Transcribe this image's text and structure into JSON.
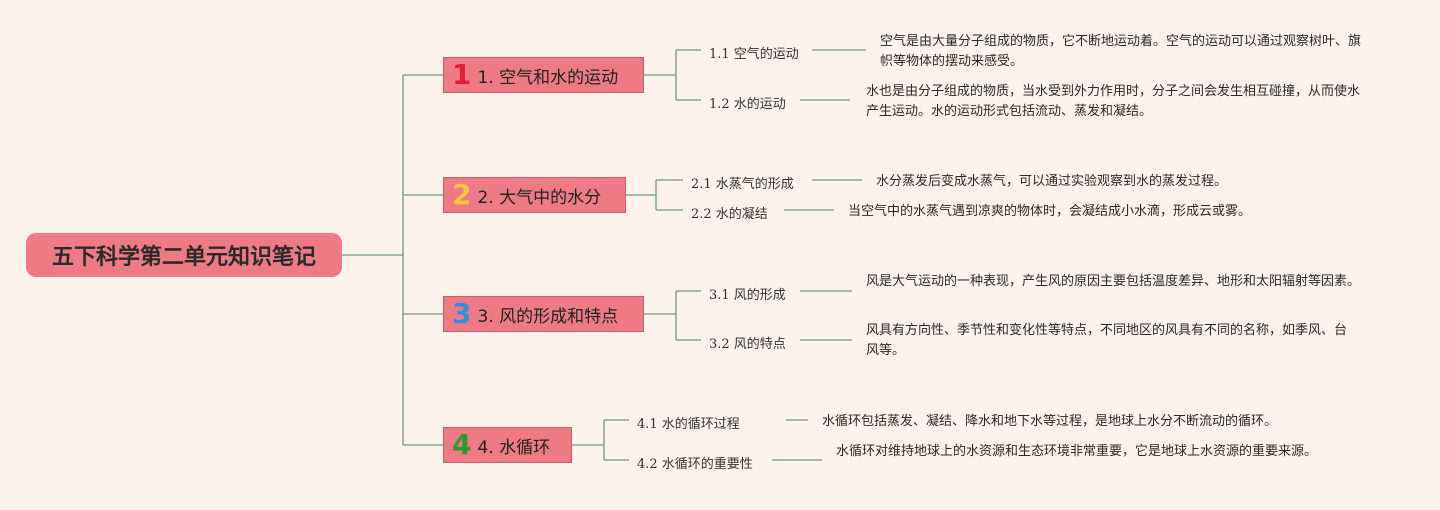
{
  "root": {
    "title": "五下科学第二单元知识笔记"
  },
  "topics": [
    {
      "num": "1",
      "num_color": "#e0203a",
      "label": "1. 空气和水的运动",
      "subs": [
        {
          "label": "1.1 空气的运动",
          "desc": "空气是由大量分子组成的物质，它不断地运动着。空气的运动可以通过观察树叶、旗帜等物体的摆动来感受。"
        },
        {
          "label": "1.2 水的运动",
          "desc": "水也是由分子组成的物质，当水受到外力作用时，分子之间会发生相互碰撞，从而使水产生运动。水的运动形式包括流动、蒸发和凝结。"
        }
      ]
    },
    {
      "num": "2",
      "num_color": "#f5c242",
      "label": "2. 大气中的水分",
      "subs": [
        {
          "label": "2.1 水蒸气的形成",
          "desc": "水分蒸发后变成水蒸气，可以通过实验观察到水的蒸发过程。"
        },
        {
          "label": "2.2 水的凝结",
          "desc": "当空气中的水蒸气遇到凉爽的物体时，会凝结成小水滴，形成云或雾。"
        }
      ]
    },
    {
      "num": "3",
      "num_color": "#2f8fe0",
      "label": "3. 风的形成和特点",
      "subs": [
        {
          "label": "3.1 风的形成",
          "desc": "风是大气运动的一种表现，产生风的原因主要包括温度差异、地形和太阳辐射等因素。"
        },
        {
          "label": "3.2 风的特点",
          "desc": "风具有方向性、季节性和变化性等特点，不同地区的风具有不同的名称，如季风、台风等。"
        }
      ]
    },
    {
      "num": "4",
      "num_color": "#2e9a2e",
      "label": "4. 水循环",
      "subs": [
        {
          "label": "4.1 水的循环过程",
          "desc": "水循环包括蒸发、凝结、降水和地下水等过程，是地球上水分不断流动的循环。"
        },
        {
          "label": "4.2 水循环的重要性",
          "desc": "水循环对维持地球上的水资源和生态环境非常重要，它是地球上水资源的重要来源。"
        }
      ]
    }
  ],
  "colors": {
    "line": "#6b9a84",
    "node": "#ee7a85"
  }
}
